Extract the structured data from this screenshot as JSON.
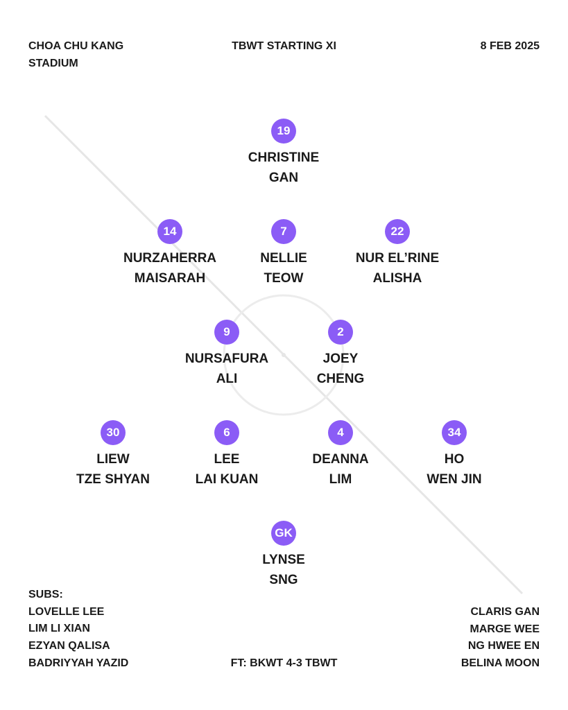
{
  "header": {
    "venue_line1": "CHOA CHU KANG",
    "venue_line2": "STADIUM",
    "title": "TBWT STARTING XI",
    "date": "8 FEB 2025"
  },
  "accent_color": "#8b5cf6",
  "players": {
    "fw": {
      "number": "19",
      "first": "CHRISTINE",
      "last": "GAN"
    },
    "am_left": {
      "number": "14",
      "first": "NURZAHERRA",
      "last": "MAISARAH"
    },
    "am_center": {
      "number": "7",
      "first": "NELLIE",
      "last": "TEOW"
    },
    "am_right": {
      "number": "22",
      "first": "NUR EL’RINE",
      "last": "ALISHA"
    },
    "cm_left": {
      "number": "9",
      "first": "NURSAFURA",
      "last": "ALI"
    },
    "cm_right": {
      "number": "2",
      "first": "JOEY",
      "last": "CHENG"
    },
    "lb": {
      "number": "30",
      "first": "LIEW",
      "last": "TZE SHYAN"
    },
    "lcb": {
      "number": "6",
      "first": "LEE",
      "last": "LAI KUAN"
    },
    "rcb": {
      "number": "4",
      "first": "DEANNA",
      "last": "LIM"
    },
    "rb": {
      "number": "34",
      "first": "HO",
      "last": "WEN JIN"
    },
    "gk": {
      "number": "GK",
      "first": "LYNSE",
      "last": "SNG"
    }
  },
  "subs": {
    "label": "SUBS:",
    "left": [
      "LOVELLE LEE",
      "LIM LI XIAN",
      "EZYAN QALISA",
      "BADRIYYAH YAZID"
    ],
    "right": [
      "CLARIS GAN",
      "MARGE WEE",
      "NG HWEE EN",
      "BELINA MOON"
    ]
  },
  "result": "FT: BKWT 4-3 TBWT"
}
